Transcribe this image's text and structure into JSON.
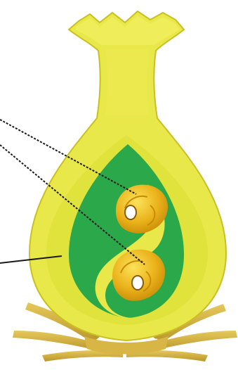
{
  "diagram": {
    "subject": "pistil-cross-section",
    "parts": [
      {
        "id": "stigma",
        "icon": "stigma-lobes"
      },
      {
        "id": "style",
        "icon": "style-tube"
      },
      {
        "id": "ovary-wall",
        "icon": "ovary-wall"
      },
      {
        "id": "ovary-cavity",
        "icon": "ovary-cavity"
      },
      {
        "id": "ovule-upper",
        "icon": "ovule"
      },
      {
        "id": "ovule-lower",
        "icon": "ovule"
      },
      {
        "id": "sepals",
        "icon": "sepal-fronds"
      },
      {
        "id": "receptacle",
        "icon": "receptacle-base"
      }
    ],
    "leader_lines": [
      {
        "from": "off-left-top",
        "to": "ovule-upper"
      },
      {
        "from": "off-left-upper",
        "to": "ovule-lower"
      },
      {
        "from": "off-left-middle",
        "to": "ovary-wall"
      }
    ],
    "colors": {
      "outer_wall": "#e8e84a",
      "inner_wall": "#dfe33c",
      "wall_edge": "#c9c020",
      "cavity": "#2aa84a",
      "cavity_dark": "#1f9640",
      "ovule": "#e8a812",
      "ovule_light": "#f5d23a",
      "ovule_shadow": "#c98a08",
      "nucleus": "#ffffff",
      "sepal": "#d9b84a",
      "sepal_dark": "#b8952a",
      "leader_line": "#1a1a1a"
    }
  }
}
